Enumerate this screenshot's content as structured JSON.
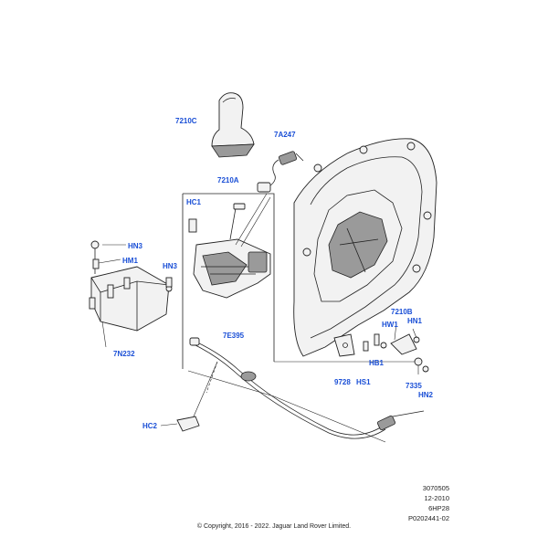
{
  "callouts": {
    "c7210C": "7210C",
    "c7A247": "7A247",
    "c7210A": "7210A",
    "cHC1": "HC1",
    "cHN3a": "HN3",
    "cHM1": "HM1",
    "cHN3b": "HN3",
    "c7N232": "7N232",
    "c7E395": "7E395",
    "cHC2": "HC2",
    "c7210B": "7210B",
    "cHW1": "HW1",
    "cHN1": "HN1",
    "cHB1": "HB1",
    "c9728": "9728",
    "cHS1": "HS1",
    "c7335": "7335",
    "cHN2": "HN2"
  },
  "meta": {
    "line1": "3070505",
    "line2": "12-2010",
    "line3": "6HP28",
    "line4": "P0202441-02"
  },
  "copyright": "© Copyright, 2016 - 2022. Jaguar Land Rover Limited."
}
